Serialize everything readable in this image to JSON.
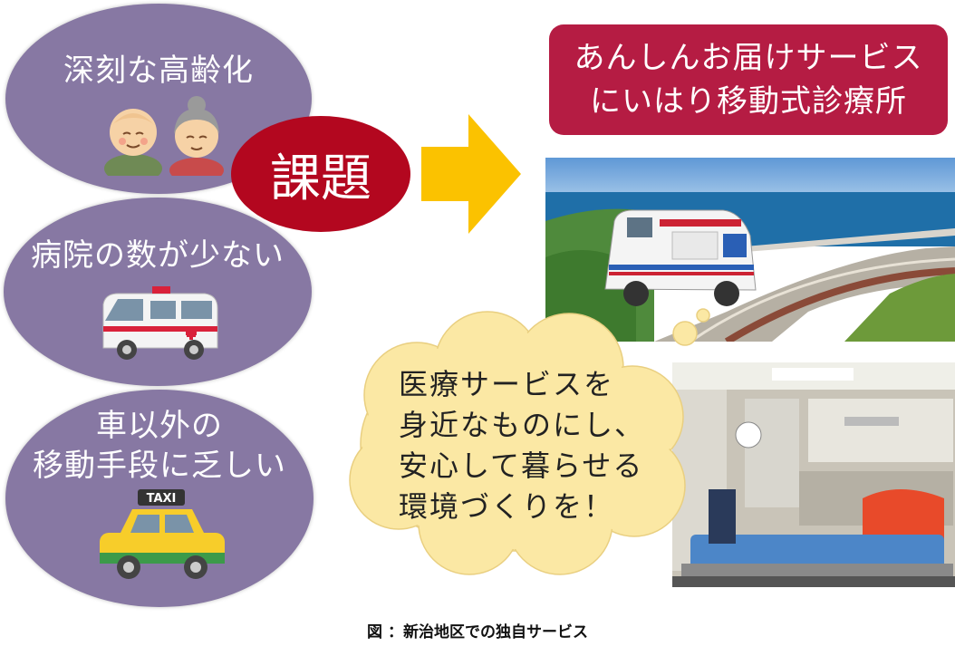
{
  "issues": [
    {
      "text": "深刻な高齢化",
      "icon": "elderly-couple-icon"
    },
    {
      "text": "病院の数が少ない",
      "icon": "ambulance-icon"
    },
    {
      "line1": "車以外の",
      "line2": "移動手段に乏しい",
      "icon": "taxi-icon"
    }
  ],
  "center_label": "課題",
  "taxi_sign": "TAXI",
  "service": {
    "line1": "あんしんお届けサービス",
    "line2": "にいはり移動式診療所"
  },
  "bubble": {
    "lines": [
      "医療サービスを",
      "身近なものにし、",
      "安心して暮らせる",
      "環境づくりを！"
    ]
  },
  "caption": "図 ：新治地区での独自サービス",
  "colors": {
    "ellipse": "#8778a3",
    "issue_label": "#b3071f",
    "arrow": "#fbc200",
    "service_box": "#b51c43",
    "bubble": "#fbe8a4"
  }
}
